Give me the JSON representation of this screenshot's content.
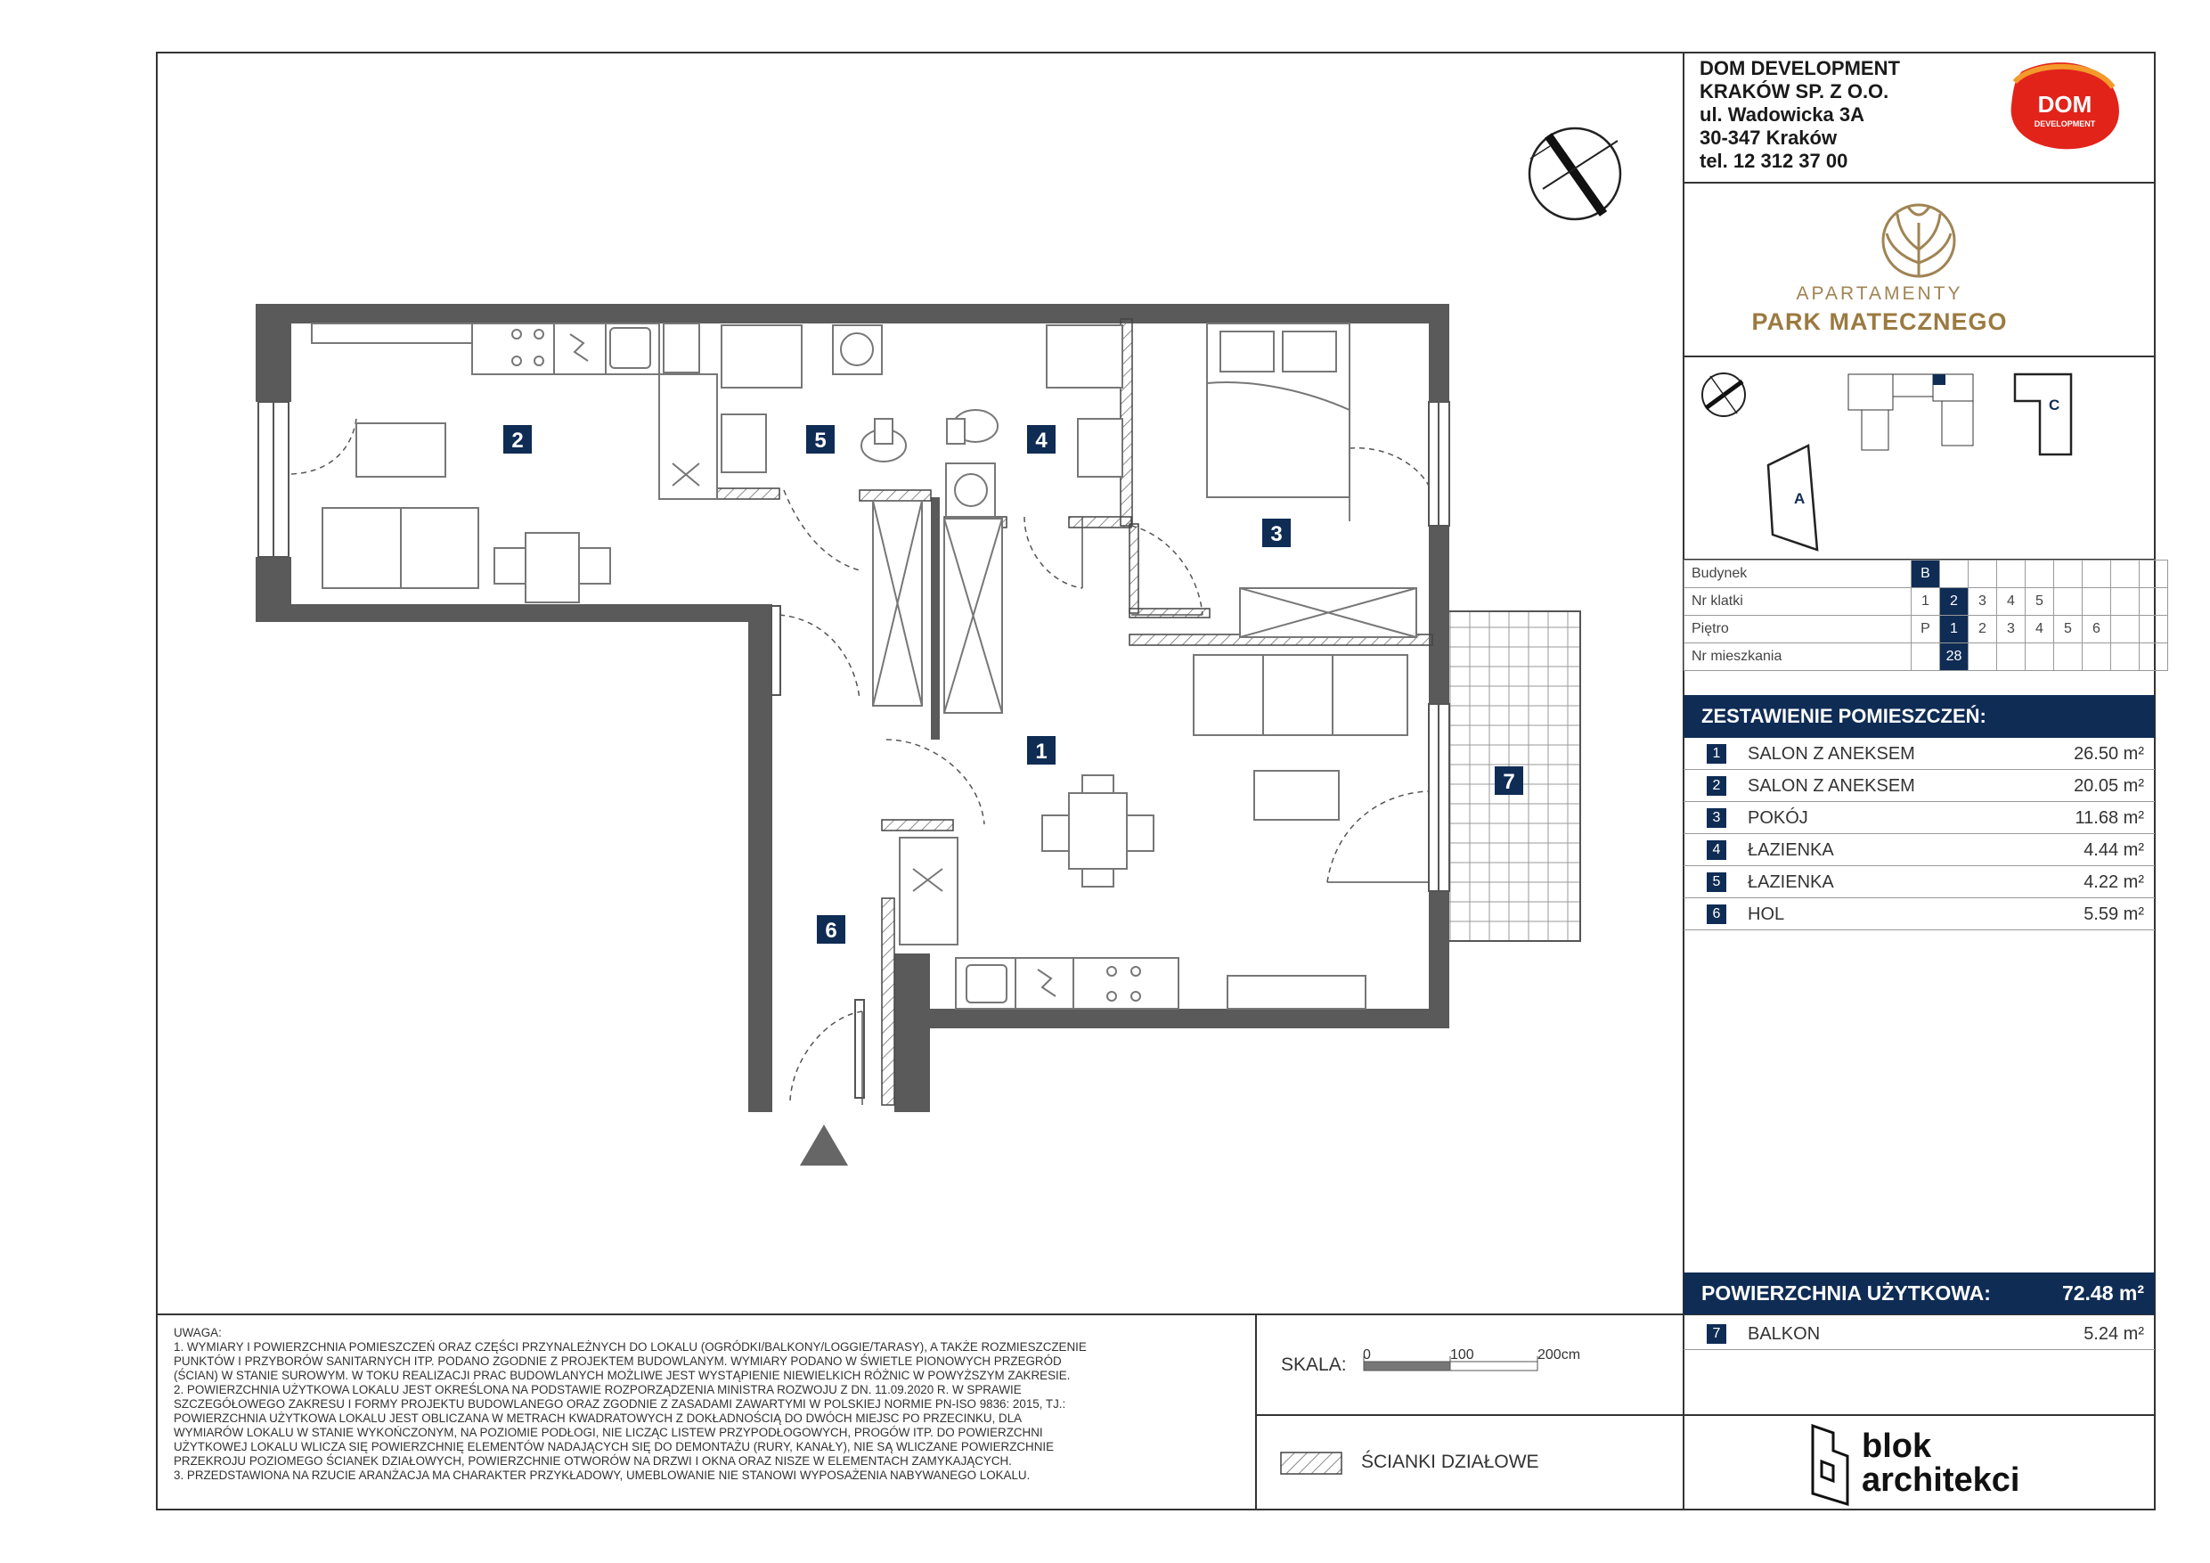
{
  "company": {
    "lines": [
      "DOM DEVELOPMENT",
      "KRAKÓW SP. Z O.O.",
      "ul. Wadowicka 3A",
      "30-347 Kraków",
      "tel. 12 312 37 00"
    ],
    "logo_main": "DOM",
    "logo_sub": "DEVELOPMENT"
  },
  "project": {
    "line1": "APARTAMENTY",
    "line2": "PARK MATECZNEGO"
  },
  "key_plan": {
    "building_a": "A",
    "building_c": "C"
  },
  "info_table": {
    "building": {
      "label": "Budynek",
      "values": [
        "B"
      ],
      "selected": 0
    },
    "stairwell": {
      "label": "Nr klatki",
      "values": [
        "1",
        "2",
        "3",
        "4",
        "5"
      ],
      "selected": 1
    },
    "floor": {
      "label": "Piętro",
      "values": [
        "P",
        "1",
        "2",
        "3",
        "4",
        "5",
        "6"
      ],
      "selected": 1
    },
    "apartment": {
      "label": "Nr mieszkania",
      "values": [
        "",
        "28"
      ],
      "selected": 1
    }
  },
  "rooms_heading": "ZESTAWIENIE POMIESZCZEŃ:",
  "rooms": [
    {
      "num": "1",
      "name": "SALON Z ANEKSEM",
      "area": "26.50 m²"
    },
    {
      "num": "2",
      "name": "SALON Z ANEKSEM",
      "area": "20.05 m²"
    },
    {
      "num": "3",
      "name": "POKÓJ",
      "area": "11.68 m²"
    },
    {
      "num": "4",
      "name": "ŁAZIENKA",
      "area": "4.44 m²"
    },
    {
      "num": "5",
      "name": "ŁAZIENKA",
      "area": "4.22 m²"
    },
    {
      "num": "6",
      "name": "HOL",
      "area": "5.59 m²"
    }
  ],
  "usable_area": {
    "label": "POWIERZCHNIA UŻYTKOWA:",
    "value": "72.48 m²"
  },
  "balcony": {
    "num": "7",
    "name": "BALKON",
    "area": "5.24 m²"
  },
  "plan_labels": [
    "1",
    "2",
    "3",
    "4",
    "5",
    "6",
    "7"
  ],
  "notes": {
    "heading": "UWAGA:",
    "lines": [
      "1. WYMIARY I POWIERZCHNIA POMIESZCZEŃ ORAZ CZĘŚCI PRZYNALEŻNYCH DO LOKALU (OGRÓDKI/BALKONY/LOGGIE/TARASY), A TAKŻE ROZMIESZCZENIE",
      "    PUNKTÓW I PRZYBORÓW SANITARNYCH ITP. PODANO ZGODNIE Z PROJEKTEM BUDOWLANYM. WYMIARY PODANO W ŚWIETLE PIONOWYCH PRZEGRÓD",
      "    (ŚCIAN) W STANIE SUROWYM. W TOKU REALIZACJI PRAC BUDOWLANYCH MOŻLIWE JEST WYSTĄPIENIE NIEWIELKICH RÓŻNIC W POWYŻSZYM ZAKRESIE.",
      "2. POWIERZCHNIA UŻYTKOWA LOKALU JEST OKREŚLONA NA PODSTAWIE ROZPORZĄDZENIA MINISTRA ROZWOJU Z DN. 11.09.2020 R. W SPRAWIE",
      "    SZCZEGÓŁOWEGO ZAKRESU I FORMY PROJEKTU BUDOWLANEGO ORAZ ZGODNIE Z ZASADAMI ZAWARTYMI W POLSKIEJ NORMIE PN-ISO 9836: 2015, TJ.:",
      "    POWIERZCHNIA UŻYTKOWA LOKALU JEST OBLICZANA W METRACH KWADRATOWYCH Z DOKŁADNOŚCIĄ DO DWÓCH MIEJSC PO PRZECINKU, DLA",
      "    WYMIARÓW LOKALU W STANIE WYKOŃCZONYM, NA POZIOMIE PODŁOGI, NIE LICZĄC LISTEW PRZYPODŁOGOWYCH, PROGÓW ITP. DO POWIERZCHNI",
      "    UŻYTKOWEJ LOKALU WLICZA SIĘ POWIERZCHNIĘ ELEMENTÓW NADAJĄCYCH SIĘ DO DEMONTAŻU (RURY, KANAŁY), NIE SĄ WLICZANE POWIERZCHNIE",
      "    PRZEKROJU POZIOMEGO ŚCIANEK DZIAŁOWYCH, POWIERZCHNIE OTWORÓW NA DRZWI I OKNA ORAZ NISZE W ELEMENTACH ZAMYKAJĄCYCH.",
      "3. PRZEDSTAWIONA NA RZUCIE ARANŻACJA MA CHARAKTER PRZYKŁADOWY, UMEBLOWANIE NIE STANOWI WYPOSAŻENIA NABYWANEGO LOKALU."
    ]
  },
  "scale": {
    "label": "SKALA:",
    "ticks": [
      "0",
      "100",
      "200cm"
    ]
  },
  "legend": {
    "label": "ŚCIANKI DZIAŁOWE"
  },
  "architect": {
    "line1": "blok",
    "line2": "architekci"
  },
  "colors": {
    "navy": "#0f2c55",
    "wall": "#5a5a5a",
    "gold": "#a08454",
    "dom_red": "#e2231a"
  }
}
